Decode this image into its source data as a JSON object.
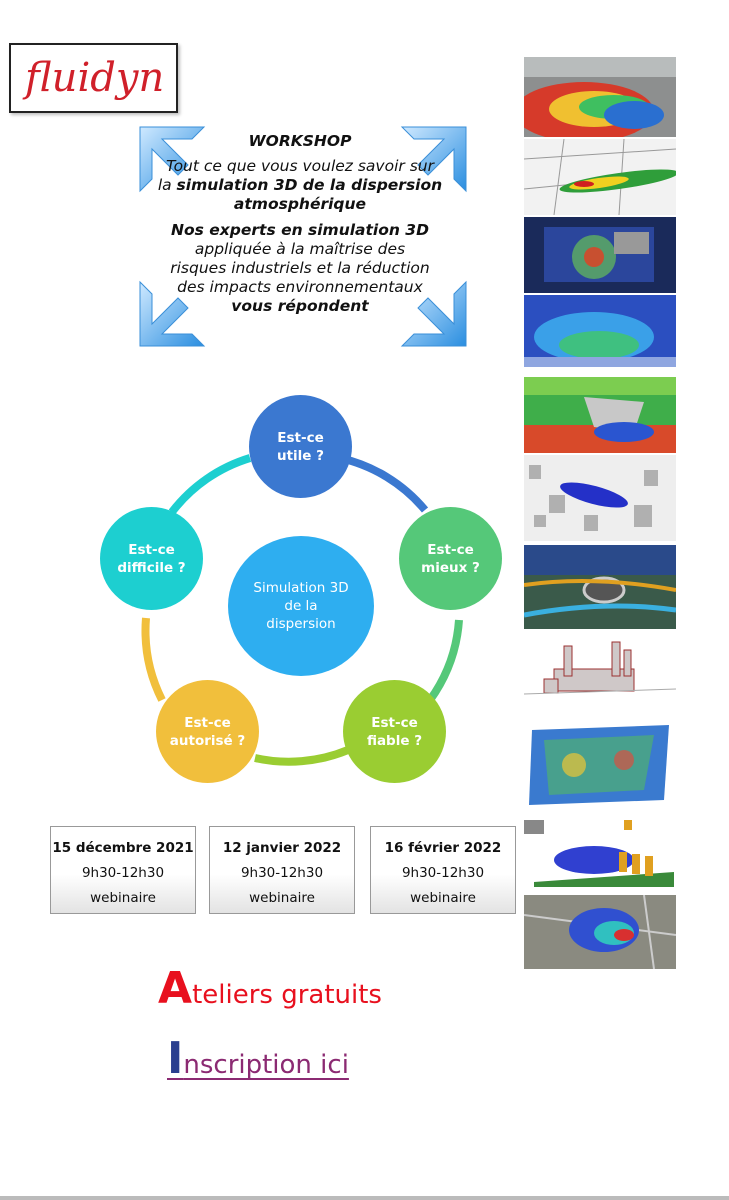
{
  "logo": {
    "text": "fluidyn",
    "color": "#d0202a"
  },
  "workshop": {
    "title": "WORKSHOP",
    "line1": "Tout ce que vous voulez savoir sur",
    "line2_pre": "la ",
    "line2_bold": "simulation 3D de la dispersion",
    "line3_bold": "atmosphérique",
    "line4_bold": "Nos experts en simulation 3D",
    "line5": "appliquée à la maîtrise des",
    "line6": "risques industriels et la réduction",
    "line7": "des impacts environnementaux",
    "line8_bold": "vous répondent"
  },
  "cycle": {
    "center": [
      "Simulation 3D",
      "de la",
      "dispersion"
    ],
    "nodes": [
      {
        "lines": [
          "Est-ce",
          "utile ?"
        ],
        "color": "#3b78d0"
      },
      {
        "lines": [
          "Est-ce",
          "mieux  ?"
        ],
        "color": "#55c879"
      },
      {
        "lines": [
          "Est-ce",
          "fiable  ?"
        ],
        "color": "#9acd32"
      },
      {
        "lines": [
          "Est-ce",
          "autorisé ?"
        ],
        "color": "#f1bf3c"
      },
      {
        "lines": [
          "Est-ce",
          "difficile ?"
        ],
        "color": "#1dcfd0"
      }
    ],
    "center_color": "#2eaef0"
  },
  "dates": [
    {
      "date": "15 décembre 2021",
      "time": "9h30-12h30",
      "type": "webinaire"
    },
    {
      "date": "12 janvier 2022",
      "time": "9h30-12h30",
      "type": "webinaire"
    },
    {
      "date": "16 février 2022",
      "time": "9h30-12h30",
      "type": "webinaire"
    }
  ],
  "ateliers": {
    "initial": "A",
    "rest": "teliers gratuits",
    "color": "#e8101e"
  },
  "inscription": {
    "initial": "I",
    "rest": "nscription ici",
    "color": "#8b2a72",
    "initial_color": "#2a3f8f"
  },
  "thumbnails": [
    "terrain-dispersion",
    "city-plume",
    "satellite-site",
    "blue-map",
    "layered-flow",
    "blue-plume-buildings",
    "urban-aerial",
    "chimneys",
    "terrain-mesh",
    "tanks-plume",
    "satellite-plume"
  ]
}
